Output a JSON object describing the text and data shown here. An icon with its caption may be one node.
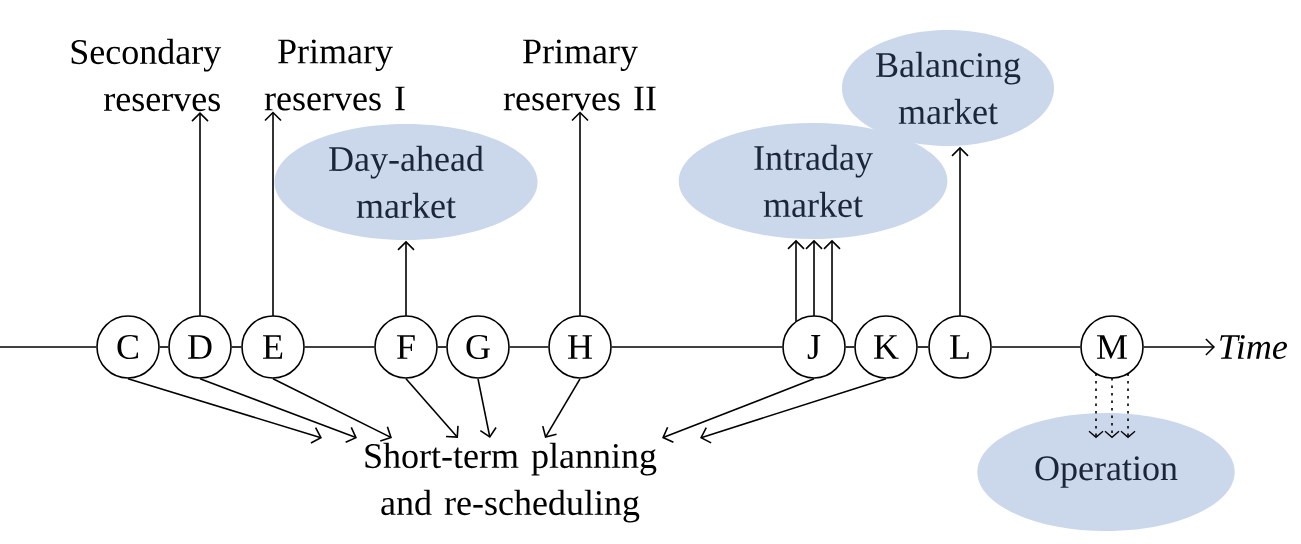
{
  "diagram": {
    "nodes": [
      {
        "text": [
          "Secondary reserves"
        ]
      },
      {
        "text": [
          "Primary reserves I"
        ]
      },
      {
        "text": [
          "Day-ahead market"
        ]
      },
      {
        "text": [
          "Primary reserves II"
        ]
      },
      {
        "text": [
          "Intraday market"
        ]
      },
      {
        "text": [
          "Balancing market"
        ]
      },
      {
        "text": [
          "C"
        ]
      },
      {
        "text": [
          "D"
        ]
      },
      {
        "text": [
          "E"
        ]
      },
      {
        "text": [
          "F"
        ]
      },
      {
        "text": [
          "G"
        ]
      },
      {
        "text": [
          "H"
        ]
      },
      {
        "text": [
          "J"
        ]
      },
      {
        "text": [
          "K"
        ]
      },
      {
        "text": [
          "L"
        ]
      },
      {
        "text": [
          "M"
        ]
      },
      {
        "text": [
          "Short-term planning and re-scheduling"
        ]
      },
      {
        "text": [
          "Operation"
        ]
      },
      {
        "text": [
          "Time"
        ]
      }
    ],
    "edges": [
      {
        "from": null,
        "to": 6,
        "arrow": "none"
      },
      {
        "from": 6,
        "to": 7,
        "arrow": "none"
      },
      {
        "from": 7,
        "to": 8,
        "arrow": "none"
      },
      {
        "from": 8,
        "to": 9,
        "arrow": "none"
      },
      {
        "from": 9,
        "to": 10,
        "arrow": "none"
      },
      {
        "from": 10,
        "to": 11,
        "arrow": "none"
      },
      {
        "from": 11,
        "to": 12,
        "arrow": "none"
      },
      {
        "from": 12,
        "to": 13,
        "arrow": "none"
      },
      {
        "from": 13,
        "to": 14,
        "arrow": "none"
      },
      {
        "from": 14,
        "to": 15,
        "arrow": "none"
      },
      {
        "from": 15,
        "to": 18,
        "arrow": "to"
      },
      {
        "from": 7,
        "to": 0,
        "arrow": "to"
      },
      {
        "from": 8,
        "to": 1,
        "arrow": "to"
      },
      {
        "from": 9,
        "to": 2,
        "arrow": "to"
      },
      {
        "from": 11,
        "to": 3,
        "arrow": "to"
      },
      {
        "from": 12,
        "to": 4,
        "arrow": "to"
      },
      {
        "from": 12,
        "to": 4,
        "arrow": "to"
      },
      {
        "from": 12,
        "to": 4,
        "arrow": "to"
      },
      {
        "from": 14,
        "to": 5,
        "arrow": "to"
      },
      {
        "from": 6,
        "to": 16,
        "arrow": "to"
      },
      {
        "from": 7,
        "to": 16,
        "arrow": "to"
      },
      {
        "from": 8,
        "to": 16,
        "arrow": "to"
      },
      {
        "from": 9,
        "to": 16,
        "arrow": "to"
      },
      {
        "from": 10,
        "to": 16,
        "arrow": "to"
      },
      {
        "from": 11,
        "to": 16,
        "arrow": "to"
      },
      {
        "from": 12,
        "to": 16,
        "arrow": "to"
      },
      {
        "from": 13,
        "to": 16,
        "arrow": "to"
      },
      {
        "from": 15,
        "to": 17,
        "arrow": "to",
        "style": "dashed"
      },
      {
        "from": 15,
        "to": 17,
        "arrow": "to",
        "style": "dashed"
      },
      {
        "from": 15,
        "to": 17,
        "arrow": "to",
        "style": "dashed"
      }
    ]
  }
}
